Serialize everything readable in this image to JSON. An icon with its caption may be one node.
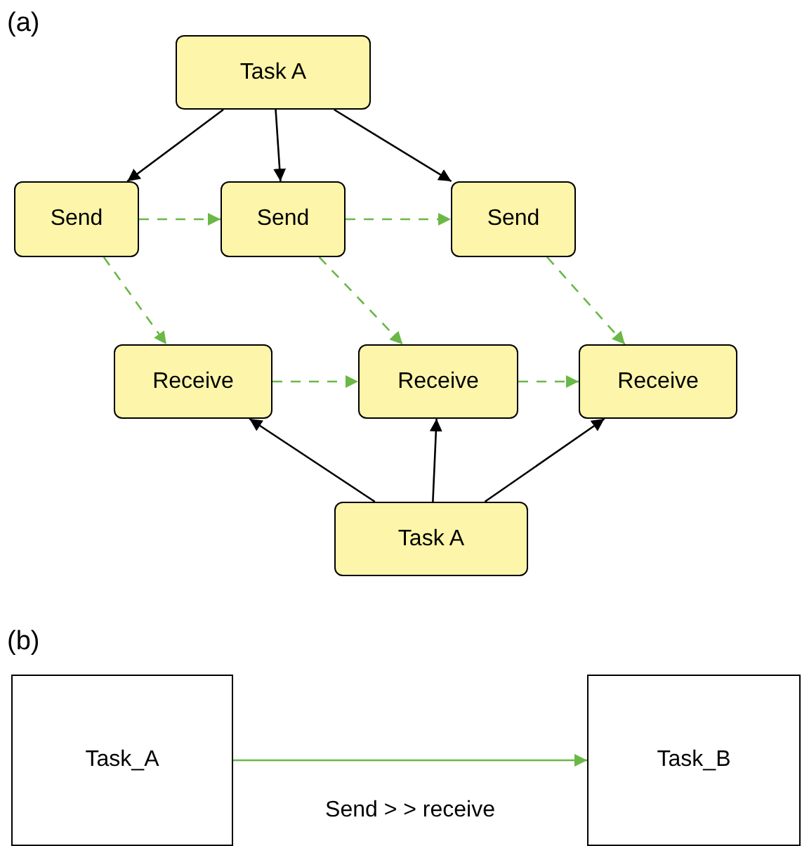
{
  "diagram": {
    "nodes": [
      {
        "text": [
          "Task A"
        ]
      },
      {
        "text": [
          "Send"
        ]
      },
      {
        "text": [
          "Send"
        ]
      },
      {
        "text": [
          "Send"
        ]
      },
      {
        "text": [
          "Receive"
        ]
      },
      {
        "text": [
          "Receive"
        ]
      },
      {
        "text": [
          "Receive"
        ]
      },
      {
        "text": [
          "Task A"
        ]
      },
      {
        "text": [
          "Task_A"
        ]
      },
      {
        "text": [
          "Task_B"
        ]
      }
    ],
    "edges": [
      {
        "from": 0,
        "to": 1,
        "arrow": "to",
        "color": "#000000"
      },
      {
        "from": 0,
        "to": 2,
        "arrow": "to",
        "color": "#000000"
      },
      {
        "from": 0,
        "to": 3,
        "arrow": "to",
        "color": "#000000"
      },
      {
        "from": 1,
        "to": 2,
        "arrow": "to",
        "style": "dashed"
      },
      {
        "from": 2,
        "to": 3,
        "arrow": "to",
        "style": "dashed"
      },
      {
        "from": 1,
        "to": 4,
        "arrow": "to",
        "style": "dashed"
      },
      {
        "from": 2,
        "to": 5,
        "arrow": "to",
        "style": "dashed"
      },
      {
        "from": 3,
        "to": 6,
        "arrow": "to",
        "style": "dashed"
      },
      {
        "from": 4,
        "to": 5,
        "arrow": "to",
        "style": "dashed"
      },
      {
        "from": 5,
        "to": 6,
        "arrow": "to",
        "style": "dashed"
      },
      {
        "from": 7,
        "to": 4,
        "arrow": "to",
        "color": "#000000"
      },
      {
        "from": 7,
        "to": 5,
        "arrow": "to",
        "color": "#000000"
      },
      {
        "from": 7,
        "to": 6,
        "arrow": "to",
        "color": "#000000"
      },
      {
        "from": 8,
        "to": 9,
        "arrow": "to",
        "label": "Send > > receive"
      }
    ],
    "labels": [
      "(a)",
      "(b)"
    ]
  }
}
